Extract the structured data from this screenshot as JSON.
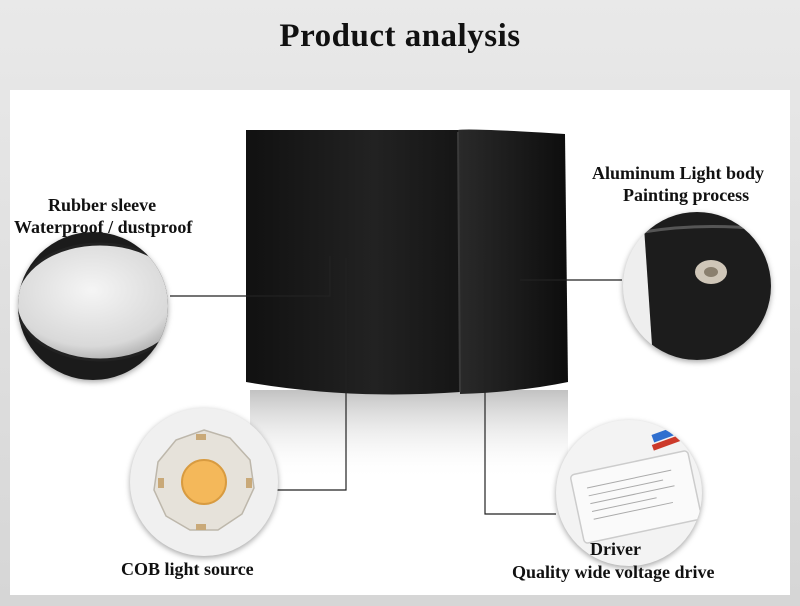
{
  "title": "Product analysis",
  "callouts": {
    "rubber_line1": "Rubber sleeve",
    "rubber_line2": "Waterproof / dustproof",
    "alu_line1": "Aluminum Light body",
    "alu_line2": "Painting process",
    "cob": "COB light source",
    "driver_line1": "Driver",
    "driver_line2": "Quality wide voltage drive"
  },
  "colors": {
    "body": "#1a1a1a",
    "led": "#f4b85a"
  }
}
